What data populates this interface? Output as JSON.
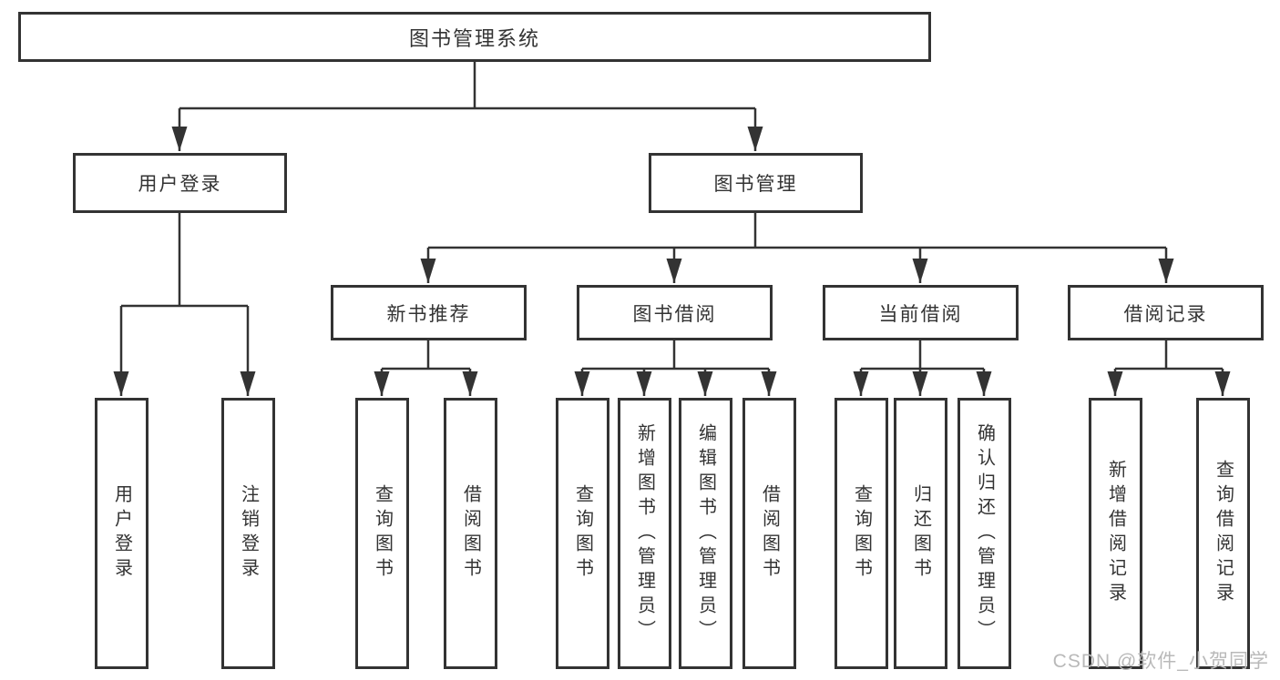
{
  "diagram": {
    "title_node": {
      "label": "图书管理系统"
    },
    "level2": [
      {
        "label": "用户登录"
      },
      {
        "label": "图书管理"
      }
    ],
    "level3": [
      {
        "label": "新书推荐",
        "parent": "图书管理"
      },
      {
        "label": "图书借阅",
        "parent": "图书管理"
      },
      {
        "label": "当前借阅",
        "parent": "图书管理"
      },
      {
        "label": "借阅记录",
        "parent": "图书管理"
      }
    ],
    "leaves": [
      {
        "label": "用户登录",
        "parent": "用户登录"
      },
      {
        "label": "注销登录",
        "parent": "用户登录"
      },
      {
        "label": "查询图书",
        "parent": "新书推荐"
      },
      {
        "label": "借阅图书",
        "parent": "新书推荐"
      },
      {
        "label": "查询图书",
        "parent": "图书借阅"
      },
      {
        "label": "新增图书（管理员）",
        "parent": "图书借阅"
      },
      {
        "label": "编辑图书（管理员）",
        "parent": "图书借阅"
      },
      {
        "label": "借阅图书",
        "parent": "图书借阅"
      },
      {
        "label": "查询图书",
        "parent": "当前借阅"
      },
      {
        "label": "归还图书",
        "parent": "当前借阅"
      },
      {
        "label": "确认归还（管理员）",
        "parent": "当前借阅"
      },
      {
        "label": "新增借阅记录",
        "parent": "借阅记录"
      },
      {
        "label": "查询借阅记录",
        "parent": "借阅记录"
      }
    ]
  },
  "watermark": {
    "text": "CSDN @软件_小贺同学"
  },
  "colors": {
    "line": "#333333",
    "box_border": "#333333",
    "text": "#333333",
    "background": "#ffffff",
    "watermark": "#b9b9b9"
  }
}
